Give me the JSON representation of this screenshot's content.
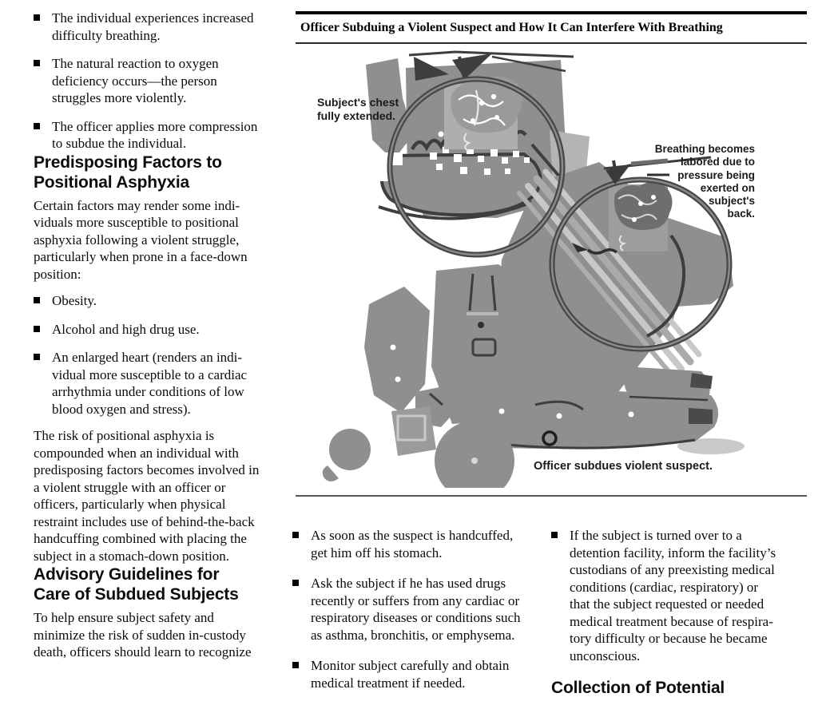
{
  "left_column": {
    "intro_bullets": [
      "The individual experiences increased\ndifficulty breathing.",
      "The natural reaction to oxygen\ndeficiency occurs—the person\nstruggles more violently.",
      "The officer applies more compression\nto subdue the individual."
    ],
    "heading_predisposing": "Predisposing Factors to\nPositional Asphyxia",
    "para_certain_factors": "Certain factors may render some indi-\nviduals more susceptible to positional\nasphyxia following a violent struggle,\nparticularly when prone in a face-down\nposition:",
    "factor_bullets": [
      "Obesity.",
      "Alcohol and high drug use.",
      "An enlarged heart (renders an indi-\nvidual more susceptible to a cardiac\narrhythmia under conditions of low\nblood oxygen and stress)."
    ],
    "para_risk": "The risk of positional asphyxia is\ncompounded when an individual with\npredisposing factors becomes involved in\na violent struggle with an officer or\nofficers, particularly when physical\nrestraint includes use of behind-the-back\nhandcuffing combined with placing the\nsubject in a stomach-down position.",
    "heading_advisory": "Advisory Guidelines for\nCare of Subdued Subjects",
    "para_to_help": "To help ensure subject safety and\nminimize the risk of sudden in-custody\ndeath, officers should learn to recognize"
  },
  "figure": {
    "title": "Officer Subduing a Violent Suspect and How It Can Interfere With Breathing",
    "callout_chest": "Subject's chest\nfully extended.",
    "callout_breathing": "Breathing becomes\nlabored due to\npressure being\nexerted on\nsubject's\nback.",
    "caption": "Officer subdues violent suspect.",
    "colors": {
      "body_gray": "#8f8f8f",
      "light_gray": "#c6c6c6",
      "mid_gray": "#aaaaaa",
      "dark_outline": "#3e3e3e",
      "ring_gray": "#474747"
    }
  },
  "bottom_middle_column": {
    "bullets": [
      "As soon as the suspect is handcuffed,\nget him off his stomach.",
      "Ask the subject if he has used drugs\nrecently or suffers from any cardiac or\nrespiratory diseases or conditions such\nas asthma, bronchitis, or emphysema.",
      "Monitor subject carefully and obtain\nmedical treatment if needed."
    ]
  },
  "bottom_right_column": {
    "bullets": [
      "If the subject is turned over to a\ndetention facility, inform the facility’s\ncustodians of any preexisting medical\nconditions (cardiac, respiratory) or\nthat the subject requested or needed\nmedical treatment because of respira-\ntory difficulty or because he became\nunconscious."
    ],
    "clipped_heading": "Collection of Potential"
  }
}
